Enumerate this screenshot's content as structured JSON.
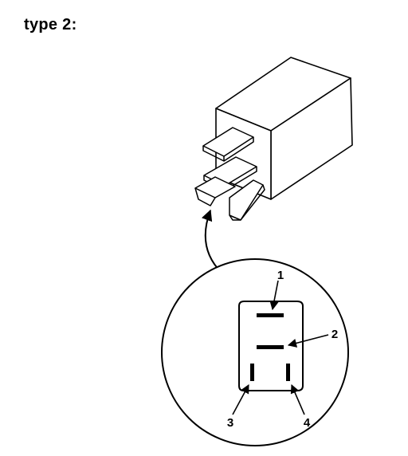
{
  "title": "type 2:",
  "pins": {
    "pin1": "1",
    "pin2": "2",
    "pin3": "3",
    "pin4": "4"
  },
  "colors": {
    "ink": "#000000",
    "paper": "#ffffff"
  }
}
